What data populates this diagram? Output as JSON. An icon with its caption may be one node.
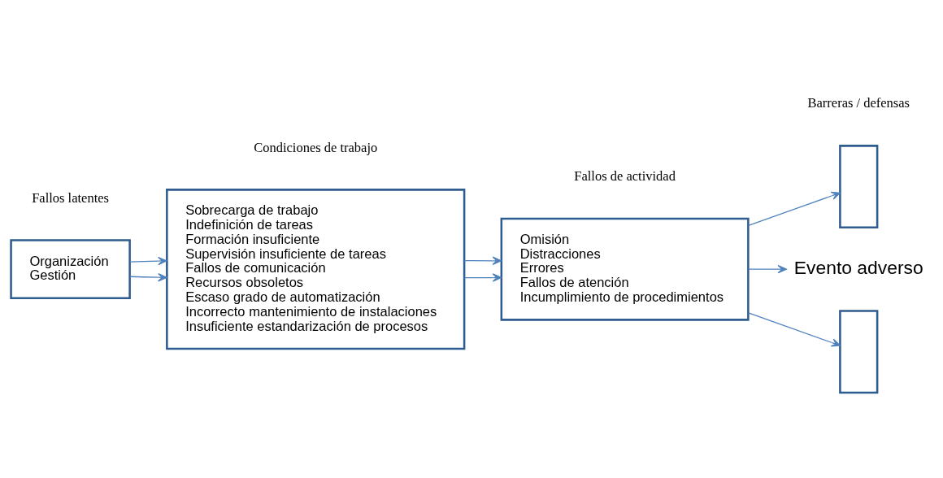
{
  "diagram": {
    "nodes": [
      {
        "text": [
          "Organización",
          "Gestión"
        ]
      },
      {
        "text": [
          "Sobrecarga de trabajo",
          "Indefinición de tareas",
          "Formación insuficiente",
          "Supervisión insuficiente de tareas",
          "Fallos de comunicación",
          "Recursos obsoletos",
          "Escaso grado de automatización",
          "Incorrecto mantenimiento de instalaciones",
          "Insuficiente estandarización de procesos"
        ]
      },
      {
        "text": [
          "Omisión",
          "Distracciones",
          "Errores",
          "Fallos de atención",
          "Incumplimiento de procedimientos"
        ]
      },
      {
        "text": [],
        "shape": "box"
      },
      {
        "text": [
          "Evento adverso"
        ]
      },
      {
        "text": [],
        "shape": "box"
      }
    ],
    "edges": [
      {
        "from": 0,
        "to": 1,
        "arrow": "to"
      },
      {
        "from": 0,
        "to": 1,
        "arrow": "to"
      },
      {
        "from": 1,
        "to": 2,
        "arrow": "to"
      },
      {
        "from": 1,
        "to": 2,
        "arrow": "to"
      },
      {
        "from": 2,
        "to": 3,
        "arrow": "to"
      },
      {
        "from": 2,
        "to": 4,
        "arrow": "to"
      },
      {
        "from": 2,
        "to": 5,
        "arrow": "to"
      }
    ],
    "labels": [
      "Fallos latentes",
      "Condiciones de trabajo",
      "Fallos de actividad",
      "Barreras / defensas"
    ]
  }
}
